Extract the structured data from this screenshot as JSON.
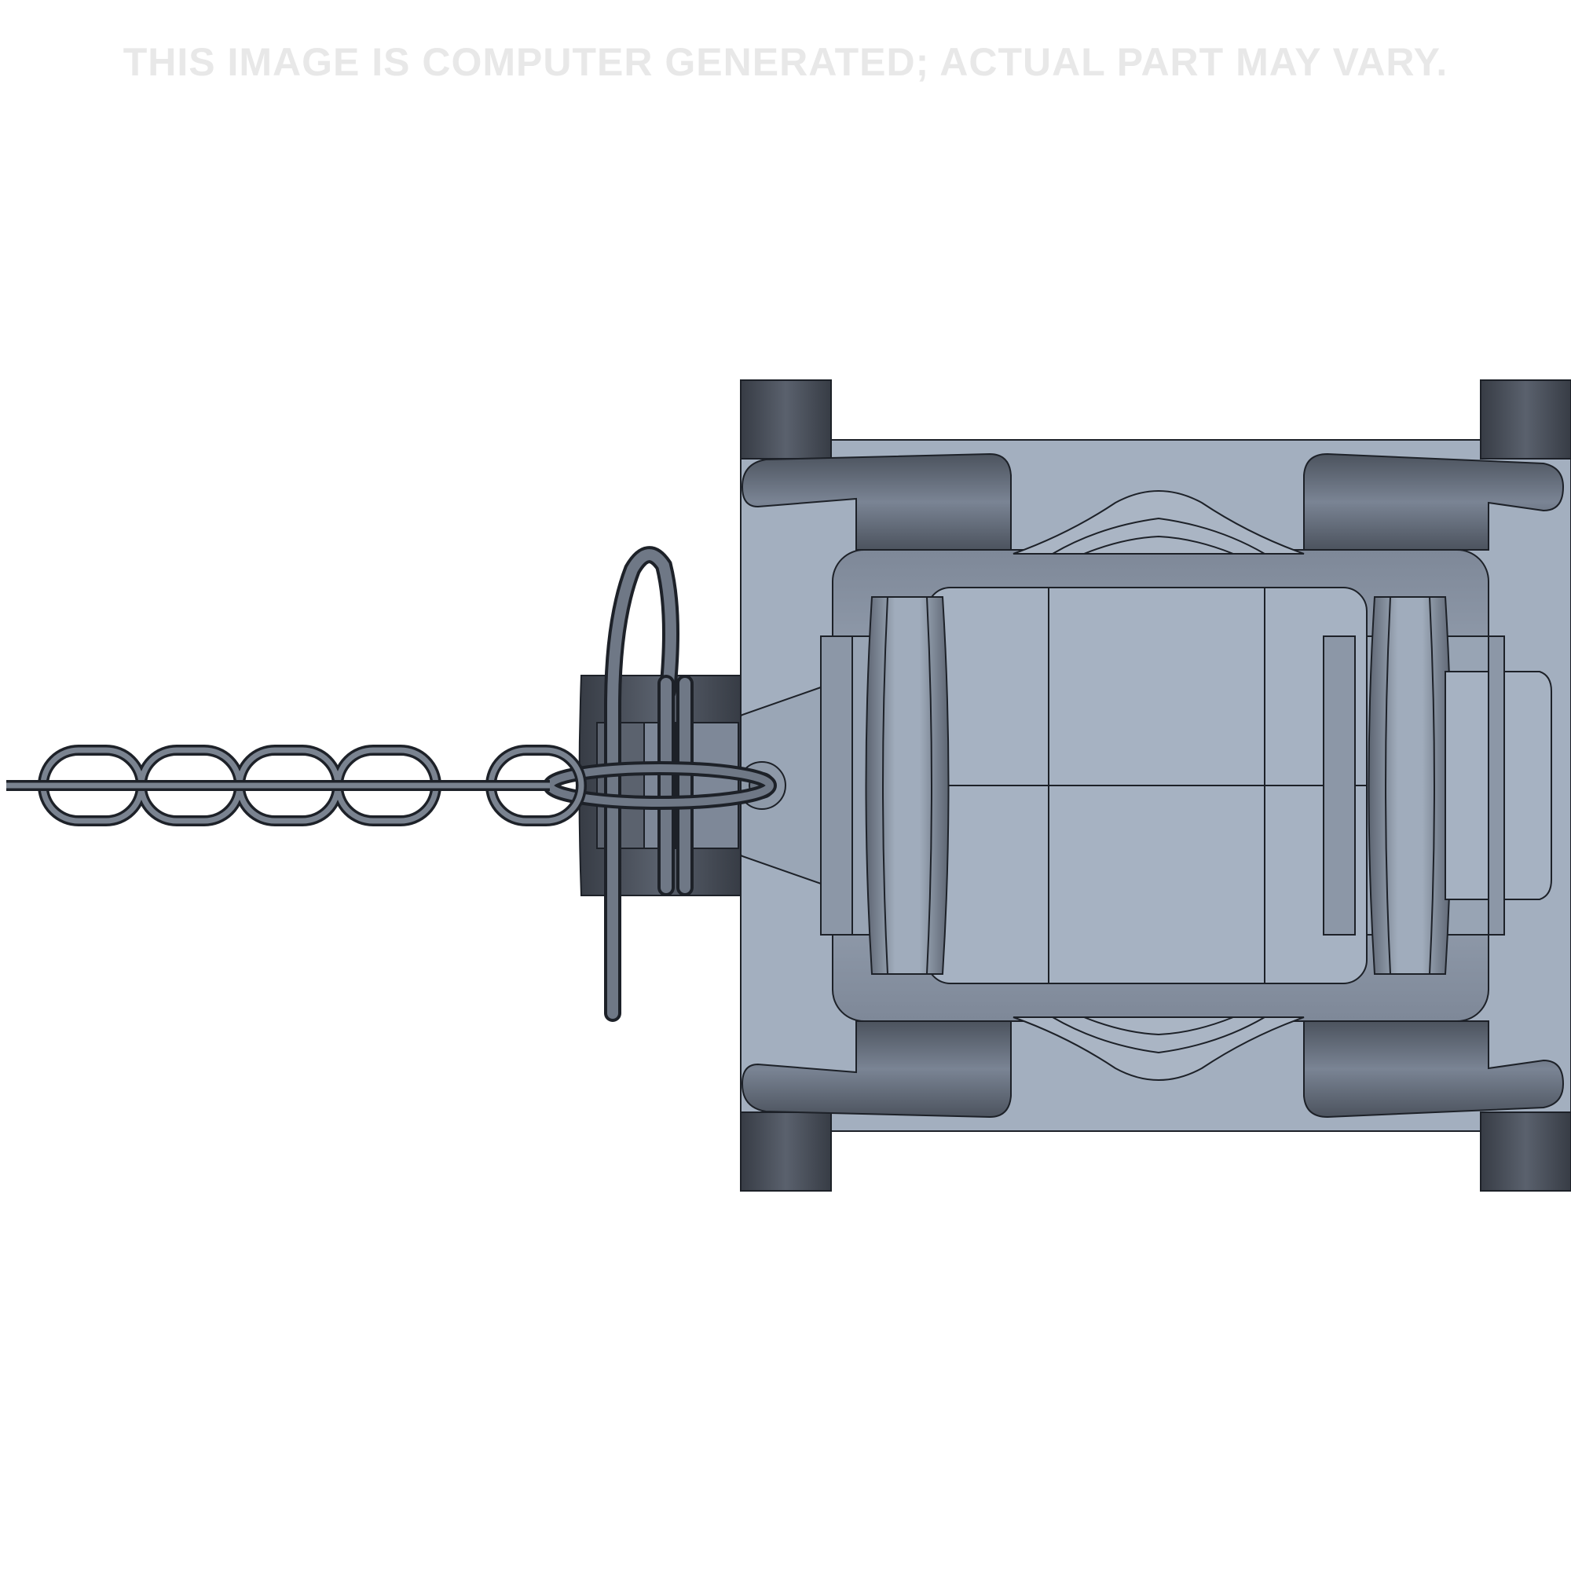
{
  "disclaimer": "THIS IMAGE IS COMPUTER GENERATED; ACTUAL PART MAY VARY.",
  "colors": {
    "background": "#ffffff",
    "disclaimer_text": "#e8e8e8",
    "body_light": "#a3afbf",
    "body_mid": "#8e99a8",
    "body_dark": "#4f5662",
    "outline": "#1d2128"
  },
  "illustration": {
    "subject": "hitch-coupler-with-safety-chain",
    "view": "top"
  }
}
